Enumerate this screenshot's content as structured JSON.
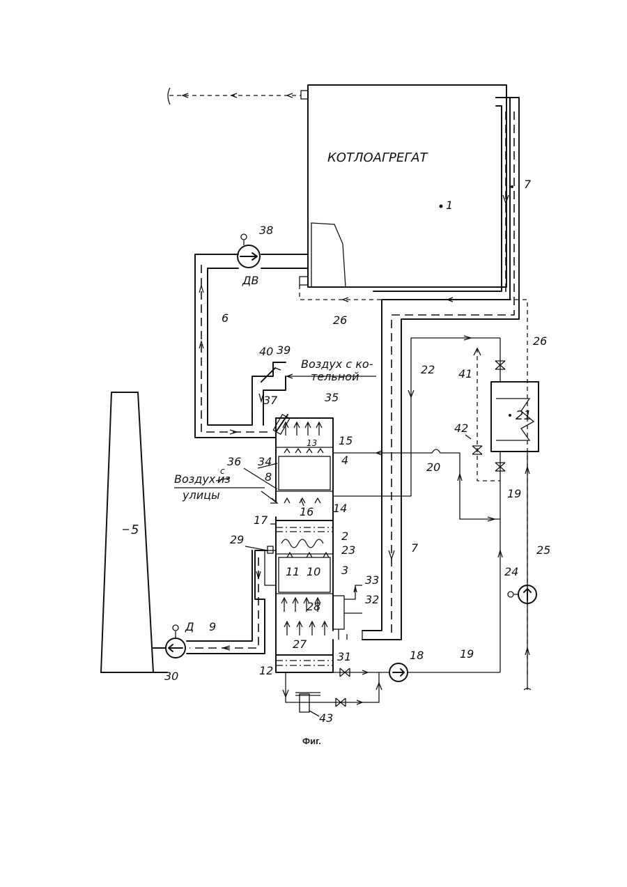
{
  "figure": {
    "boiler_title": "КОТЛОАГРЕГАТ",
    "caption": "Фиг.",
    "air_from_boiler_room_line1": "Воздух с ко-",
    "air_from_boiler_room_line2": "тельной",
    "air_from_street_line1": "Воздух",
    "air_from_street_struck": "из",
    "air_from_street_inserted": "с",
    "air_from_street_line2": "улицы",
    "fan_label_dv": "ДВ",
    "exhauster_label_d": "Д"
  },
  "labels": {
    "n1": "1",
    "n2": "2",
    "n3": "3",
    "n4": "4",
    "n5": "5",
    "n6": "6",
    "n7a": "7",
    "n7b": "7",
    "n8": "8",
    "n9": "9",
    "n10": "10",
    "n11": "11",
    "n12": "12",
    "n13": "13",
    "n14": "14",
    "n15": "15",
    "n16": "16",
    "n17": "17",
    "n18": "18",
    "n19a": "19",
    "n19b": "19",
    "n20": "20",
    "n21": "21",
    "n22": "22",
    "n23": "23",
    "n24": "24",
    "n25": "25",
    "n26a": "26",
    "n26b": "26",
    "n27": "27",
    "n28": "28",
    "n29": "29",
    "n30": "30",
    "n31": "31",
    "n32": "32",
    "n33": "33",
    "n34": "34",
    "n35": "35",
    "n36": "36",
    "n37": "37",
    "n38": "38",
    "n39": "39",
    "n40": "40",
    "n41": "41",
    "n42": "42",
    "n43": "43"
  },
  "colors": {
    "ink": "#111111",
    "paper": "#ffffff"
  }
}
